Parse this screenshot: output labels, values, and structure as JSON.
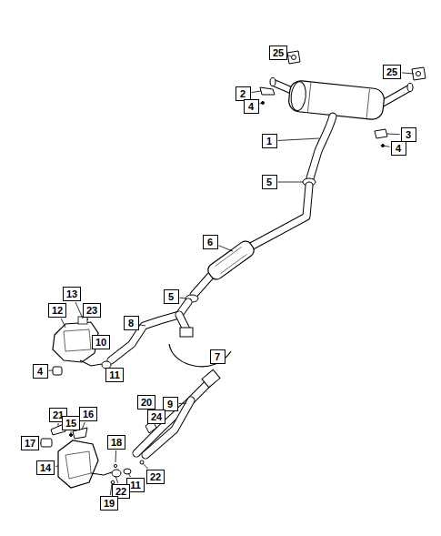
{
  "diagram": {
    "nodes": [
      {
        "text": [
          "25"
        ]
      },
      {
        "text": [
          "25"
        ]
      },
      {
        "text": [
          "2"
        ]
      },
      {
        "text": [
          "4"
        ]
      },
      {
        "text": [
          "3"
        ]
      },
      {
        "text": [
          "1"
        ]
      },
      {
        "text": [
          "4"
        ]
      },
      {
        "text": [
          "5"
        ]
      },
      {
        "text": [
          "6"
        ]
      },
      {
        "text": [
          "13"
        ]
      },
      {
        "text": [
          "5"
        ]
      },
      {
        "text": [
          "12"
        ]
      },
      {
        "text": [
          "23"
        ]
      },
      {
        "text": [
          "8"
        ]
      },
      {
        "text": [
          "10"
        ]
      },
      {
        "text": [
          "7"
        ]
      },
      {
        "text": [
          "4"
        ]
      },
      {
        "text": [
          "11"
        ]
      },
      {
        "text": [
          "20"
        ]
      },
      {
        "text": [
          "9"
        ]
      },
      {
        "text": [
          "24"
        ]
      },
      {
        "text": [
          "21"
        ]
      },
      {
        "text": [
          "16"
        ]
      },
      {
        "text": [
          "15"
        ]
      },
      {
        "text": [
          "17"
        ]
      },
      {
        "text": [
          "18"
        ]
      },
      {
        "text": [
          "14"
        ]
      },
      {
        "text": [
          "22"
        ]
      },
      {
        "text": [
          "11"
        ]
      },
      {
        "text": [
          "22"
        ]
      },
      {
        "text": [
          "19"
        ]
      }
    ]
  }
}
